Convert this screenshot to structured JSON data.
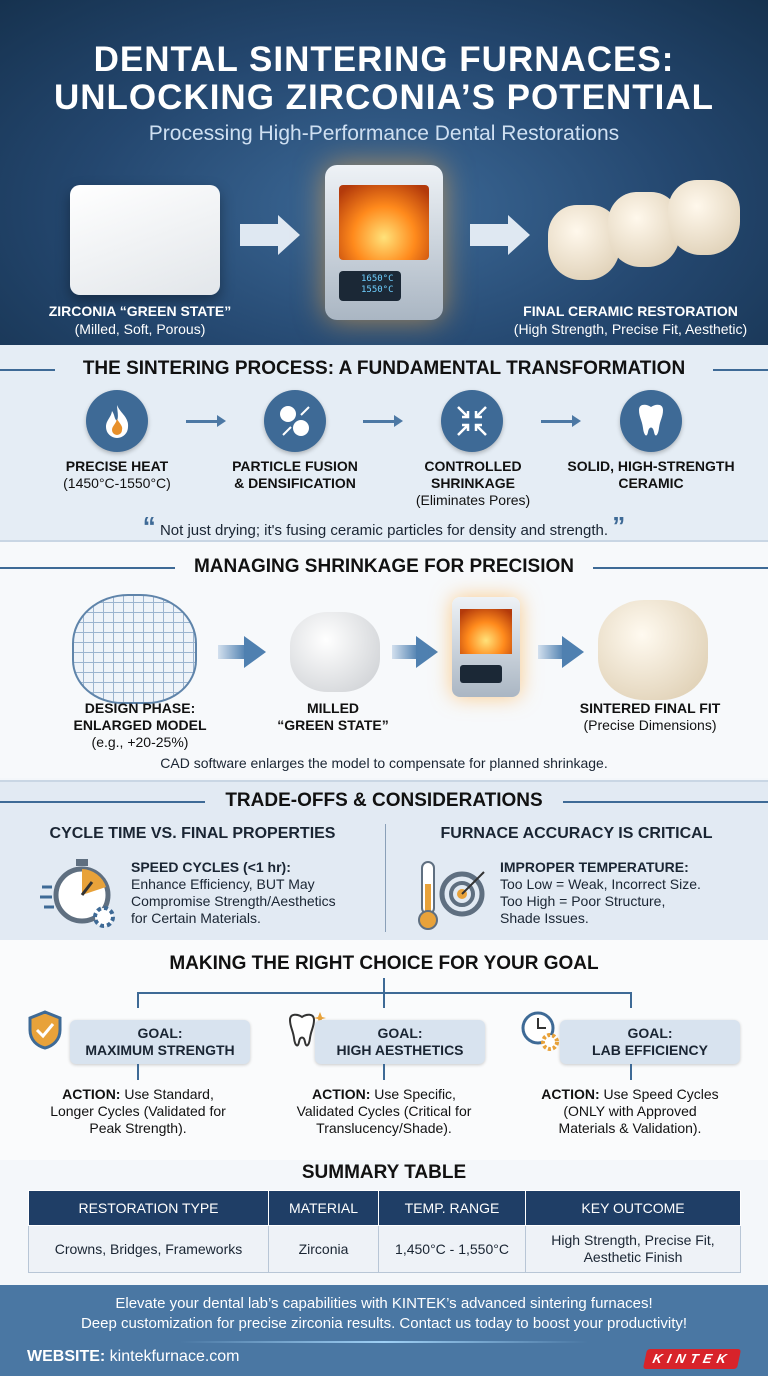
{
  "header": {
    "title_line1": "DENTAL SINTERING FURNACES:",
    "title_line2": "UNLOCKING ZIRCONIA’S POTENTIAL",
    "subtitle": "Processing High-Performance Dental Restorations",
    "left_label": "ZIRCONIA “GREEN STATE”",
    "left_sub": "(Milled, Soft, Porous)",
    "furnace_display": [
      "1650°C",
      "1550°C"
    ],
    "right_label": "FINAL CERAMIC RESTORATION",
    "right_sub": "(High Strength, Precise Fit, Aesthetic)"
  },
  "sintering": {
    "heading": "THE SINTERING PROCESS: A FUNDAMENTAL TRANSFORMATION",
    "steps": [
      {
        "icon": "flame-icon",
        "l1": "PRECISE HEAT",
        "l2": "(1450°C-1550°C)",
        "l3": ""
      },
      {
        "icon": "particles-icon",
        "l1": "PARTICLE FUSION",
        "l2": "& DENSIFICATION",
        "l3": ""
      },
      {
        "icon": "compress-arrows-icon",
        "l1": "CONTROLLED",
        "l2": "SHRINKAGE",
        "l3": "(Eliminates Pores)"
      },
      {
        "icon": "tooth-icon",
        "l1": "SOLID, HIGH-STRENGTH",
        "l2": "CERAMIC",
        "l3": ""
      }
    ],
    "quote": "Not just drying; it's fusing ceramic particles for density and strength."
  },
  "shrinkage": {
    "heading": "MANAGING SHRINKAGE FOR PRECISION",
    "steps": [
      {
        "l1": "DESIGN PHASE:",
        "l2": "ENLARGED MODEL",
        "l3": "(e.g., +20-25%)"
      },
      {
        "l1": "MILLED",
        "l2": "“GREEN STATE”",
        "l3": ""
      },
      {
        "l1": "SINTERED FINAL FIT",
        "l2": "(Precise Dimensions)",
        "l3": ""
      }
    ],
    "caption": "CAD software enlarges the model to compensate for planned shrinkage."
  },
  "tradeoffs": {
    "heading": "TRADE-OFFS & CONSIDERATIONS",
    "left": {
      "title": "CYCLE TIME VS. FINAL PROPERTIES",
      "bold": "SPEED CYCLES (<1 hr):",
      "lines": [
        "Enhance Efficiency, BUT May",
        "Compromise Strength/Aesthetics",
        "for Certain Materials."
      ]
    },
    "right": {
      "title": "FURNACE ACCURACY IS CRITICAL",
      "bold": "IMPROPER TEMPERATURE:",
      "lines": [
        "Too Low = Weak, Incorrect Size.",
        "Too High = Poor Structure,",
        "Shade Issues."
      ]
    }
  },
  "choice": {
    "heading": "MAKING THE RIGHT CHOICE FOR YOUR GOAL",
    "goals": [
      {
        "icon": "shield-check-icon",
        "g1": "GOAL:",
        "g2": "MAXIMUM STRENGTH",
        "a_bold": "ACTION:",
        "a1": "Use Standard,",
        "a2": "Longer Cycles (Validated for",
        "a3": "Peak Strength)."
      },
      {
        "icon": "sparkle-tooth-icon",
        "g1": "GOAL:",
        "g2": "HIGH AESTHETICS",
        "a_bold": "ACTION:",
        "a1": "Use Specific,",
        "a2": "Validated Cycles (Critical for",
        "a3": "Translucency/Shade)."
      },
      {
        "icon": "clock-gear-icon",
        "g1": "GOAL:",
        "g2": "LAB EFFICIENCY",
        "a_bold": "ACTION:",
        "a1": "Use Speed Cycles",
        "a2": "(ONLY with Approved",
        "a3": "Materials & Validation)."
      }
    ]
  },
  "summary": {
    "heading": "SUMMARY TABLE",
    "columns": [
      "RESTORATION TYPE",
      "MATERIAL",
      "TEMP. RANGE",
      "KEY OUTCOME"
    ],
    "rows": [
      [
        "Crowns, Bridges, Frameworks",
        "Zirconia",
        "1,450°C - 1,550°C",
        "High Strength, Precise Fit,\nAesthetic Finish"
      ]
    ]
  },
  "footer": {
    "line1": "Elevate your dental lab’s capabilities with KINTEK’s advanced sintering furnaces!",
    "line2": "Deep customization for precise zirconia results. Contact us today to boost your productivity!",
    "website_label": "WEBSITE:",
    "website": "kintekfurnace.com",
    "logo": "KINTEK"
  },
  "colors": {
    "navy": "#1f3e66",
    "accent": "#3e6a96",
    "orange": "#e8a23a",
    "logo_red": "#d8232a"
  }
}
